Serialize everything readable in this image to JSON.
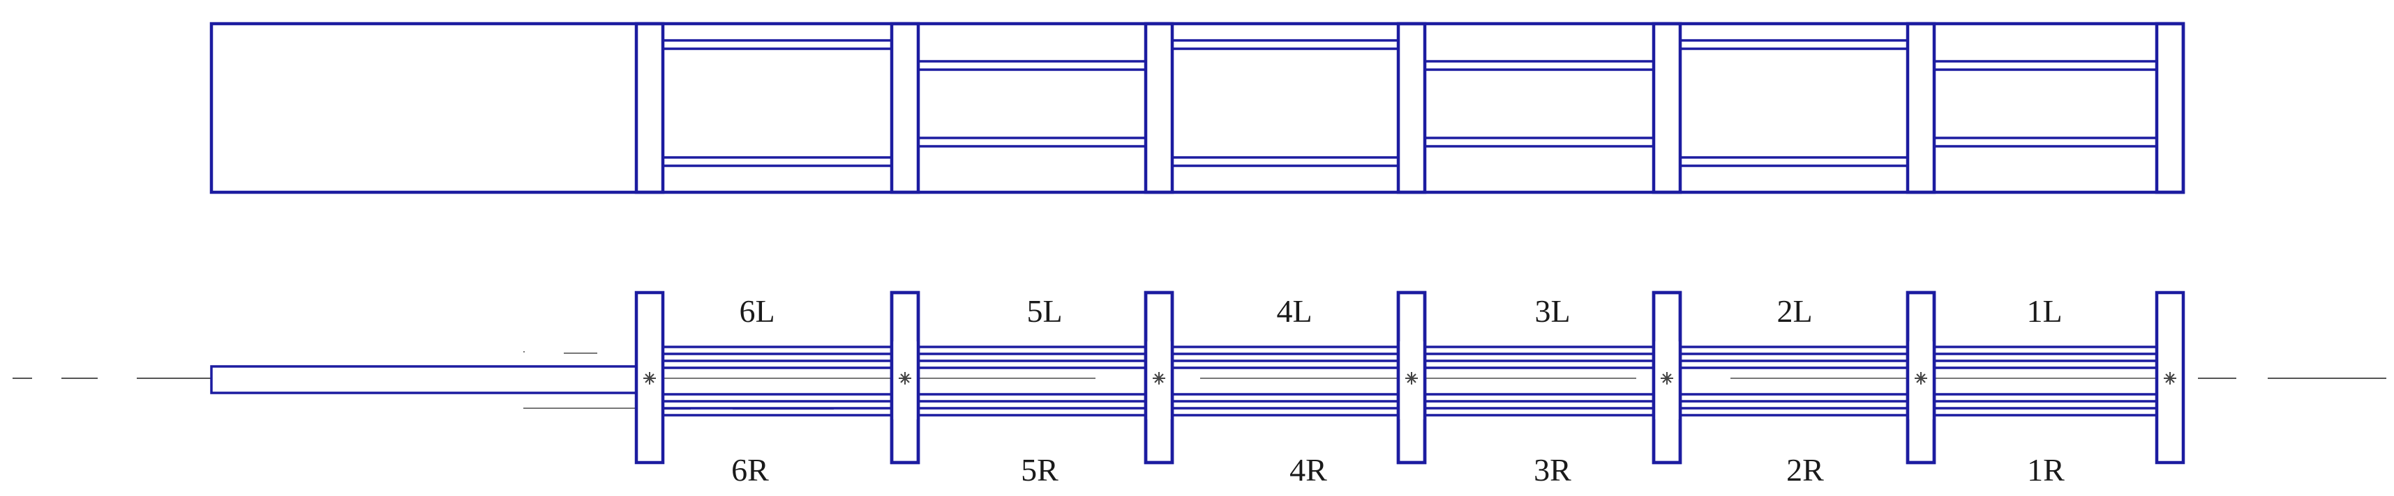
{
  "diagram": {
    "line_color": "#1c1ca0",
    "bays": [
      {
        "top_label": "6L",
        "bottom_label": "6R"
      },
      {
        "top_label": "5L",
        "bottom_label": "5R"
      },
      {
        "top_label": "4L",
        "bottom_label": "4R"
      },
      {
        "top_label": "3L",
        "bottom_label": "3R"
      },
      {
        "top_label": "2L",
        "bottom_label": "2R"
      },
      {
        "top_label": "1L",
        "bottom_label": "1R"
      }
    ]
  }
}
